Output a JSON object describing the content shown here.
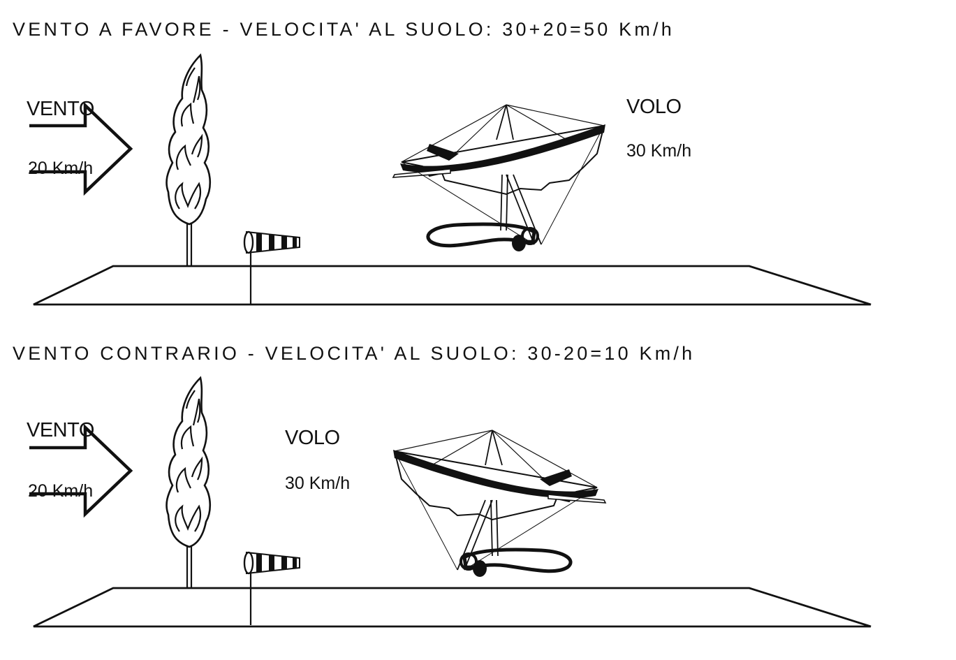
{
  "panels": [
    {
      "heading": "VENTO A FAVORE - VELOCITA' AL SUOLO: 30+20=50 Km/h",
      "wind_label": "VENTO",
      "wind_speed": "20 Km/h",
      "flight_label": "VOLO",
      "flight_speed": "30 Km/h"
    },
    {
      "heading": "VENTO CONTRARIO - VELOCITA' AL SUOLO: 30-20=10 Km/h",
      "wind_label": "VENTO",
      "wind_speed": "20 Km/h",
      "flight_label": "VOLO",
      "flight_speed": "30 Km/h"
    }
  ]
}
